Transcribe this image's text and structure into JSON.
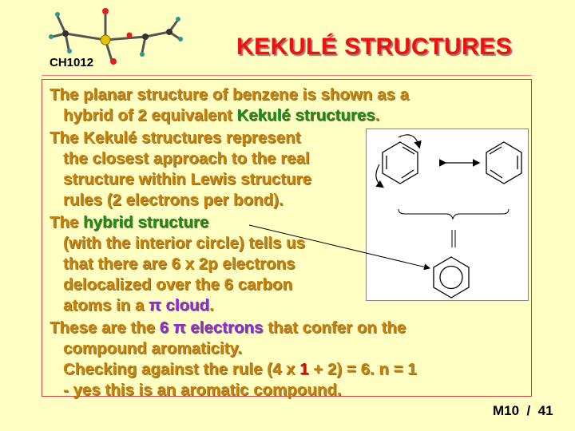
{
  "header": {
    "course_code": "CH1012",
    "title": "KEKULÉ STRUCTURES"
  },
  "body": {
    "p1_a": "The planar structure of benzene is shown as a",
    "p1_b": "hybrid of 2 equivalent ",
    "p1_b_hl": "Kekulé structures",
    "p1_b_end": ".",
    "p2_l1": "The Kekulé structures represent",
    "p2_l2": "the closest approach to the real",
    "p2_l3": "structure within Lewis structure",
    "p2_l4": "rules (2 electrons per bond).",
    "p3_l1": "The ",
    "p3_l1_hl": "hybrid structure",
    "p3_l2": "(with the interior circle) tells us",
    "p3_l3": "that there are 6 x 2p electrons",
    "p3_l4": "delocalized over the 6 carbon",
    "p3_l5_a": "atoms in a ",
    "p3_l5_pi": "π cloud",
    "p3_l5_end": ".",
    "p4_l1_a": "These are the ",
    "p4_l1_hl": "6 π electrons",
    "p4_l1_b": " that confer on the",
    "p4_l2": "compound aromaticity.",
    "p4_l3_a": "Checking against the rule (4 x ",
    "p4_l3_n": "1",
    "p4_l3_b": " + 2) = 6.   n = 1",
    "p4_l4": " - yes this is an aromatic compound."
  },
  "footer": {
    "slide_label": "M10",
    "sep": "  /  ",
    "page": "41"
  },
  "colors": {
    "title": "#ee1111",
    "body_text": "#c8820a",
    "highlight_green": "#1c8a1c",
    "highlight_violet": "#8a2be2",
    "highlight_red": "#d01010",
    "background": "#ffffc4"
  }
}
